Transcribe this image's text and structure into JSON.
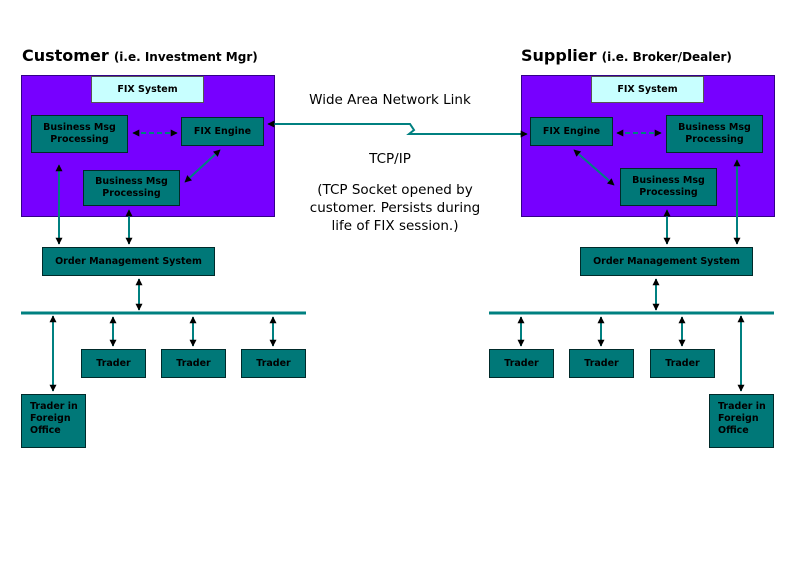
{
  "customer": {
    "title": "Customer",
    "subtitle": "(i.e. Investment Mgr)",
    "fix_system": "FIX System",
    "biz_msg_1": "Business Msg\nProcessing",
    "fix_engine": "FIX Engine",
    "biz_msg_2": "Business Msg\nProcessing",
    "oms": "Order Management System",
    "traders": [
      "Trader",
      "Trader",
      "Trader"
    ],
    "foreign": "Trader in\nForeign\nOffice"
  },
  "supplier": {
    "title": "Supplier",
    "subtitle": "(i.e. Broker/Dealer)",
    "fix_system": "FIX System",
    "fix_engine": "FIX Engine",
    "biz_msg_1": "Business Msg\nProcessing",
    "biz_msg_2": "Business Msg\nProcessing",
    "oms": "Order Management System",
    "traders": [
      "Trader",
      "Trader",
      "Trader"
    ],
    "foreign": "Trader in\nForeign\nOffice"
  },
  "link": {
    "wan": "Wide Area Network Link",
    "protocol": "TCP/IP",
    "note": "(TCP Socket opened by\ncustomer. Persists during\nlife of FIX session.)"
  },
  "colors": {
    "system_bg": "#7700ff",
    "fix_system_bg": "#c8ffff",
    "box_bg": "#007878",
    "line": "#008080"
  }
}
